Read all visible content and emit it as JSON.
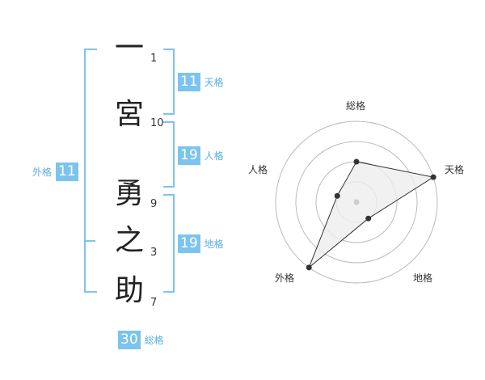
{
  "name": {
    "characters": [
      {
        "char": "一",
        "strokes": "1"
      },
      {
        "char": "宮",
        "strokes": "10"
      },
      {
        "char": "勇",
        "strokes": "9"
      },
      {
        "char": "之",
        "strokes": "3"
      },
      {
        "char": "助",
        "strokes": "7"
      }
    ]
  },
  "kaku": {
    "tenkaku": {
      "value": "11",
      "label": "天格"
    },
    "jinkaku": {
      "value": "19",
      "label": "人格"
    },
    "chikaku": {
      "value": "19",
      "label": "地格"
    },
    "gaikaku": {
      "value": "11",
      "label": "外格"
    },
    "soukaku": {
      "value": "30",
      "label": "総格"
    }
  },
  "radar": {
    "labels": {
      "soukaku": "総格",
      "tenkaku": "天格",
      "chikaku": "地格",
      "gaikaku": "外格",
      "jinkaku": "人格"
    },
    "levels": 4,
    "scores": {
      "soukaku": 2,
      "tenkaku": 4,
      "chikaku": 1,
      "gaikaku": 4,
      "jinkaku": 1
    },
    "colors": {
      "ring": "#bbbbbb",
      "fill": "#eeeeee",
      "line": "#333333",
      "point": "#333333",
      "center": "#cccccc"
    }
  },
  "colors": {
    "accent": "#7cc4ee",
    "label": "#5ab0e0"
  }
}
